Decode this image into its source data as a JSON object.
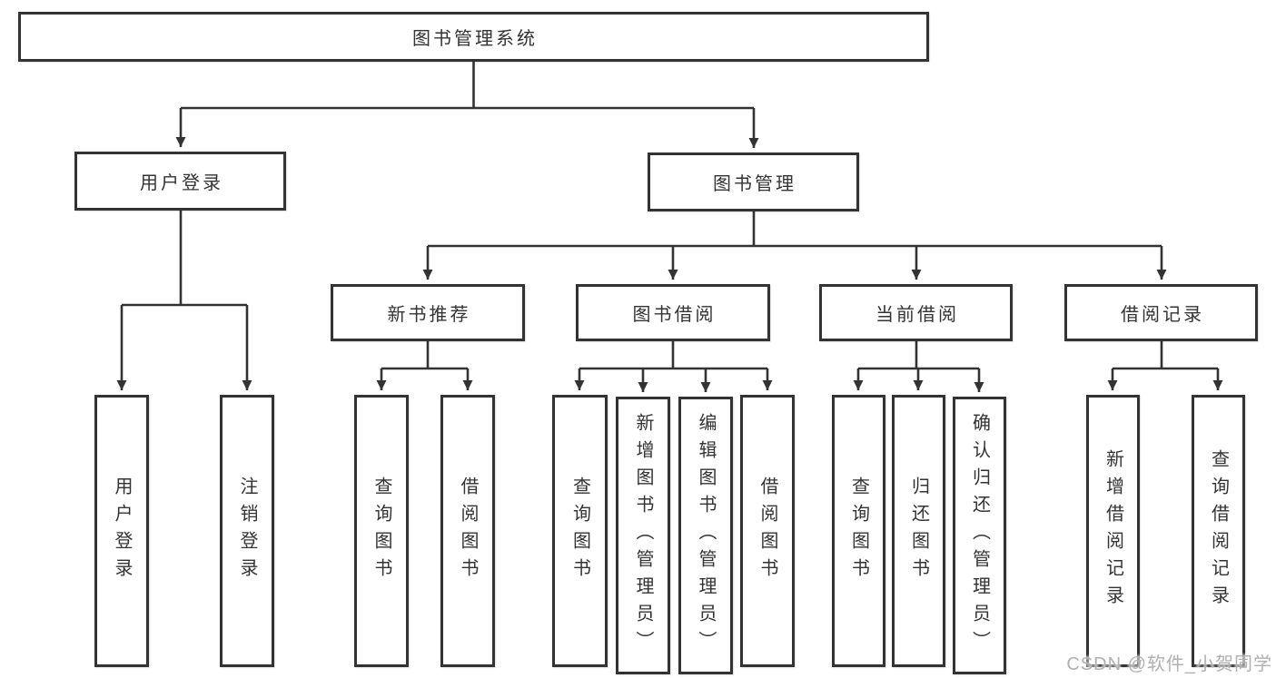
{
  "tree": {
    "label": "图书管理系统",
    "children": [
      {
        "label": "用户登录",
        "children": [
          {
            "label": "用户登录"
          },
          {
            "label": "注销登录"
          }
        ]
      },
      {
        "label": "图书管理",
        "children": [
          {
            "label": "新书推荐",
            "children": [
              {
                "label": "查询图书"
              },
              {
                "label": "借阅图书"
              }
            ]
          },
          {
            "label": "图书借阅",
            "children": [
              {
                "label": "查询图书"
              },
              {
                "label": "新增图书（管理员）"
              },
              {
                "label": "编辑图书（管理员）"
              },
              {
                "label": "借阅图书"
              }
            ]
          },
          {
            "label": "当前借阅",
            "children": [
              {
                "label": "查询图书"
              },
              {
                "label": "归还图书"
              },
              {
                "label": "确认归还（管理员）"
              }
            ]
          },
          {
            "label": "借阅记录",
            "children": [
              {
                "label": "新增借阅记录"
              },
              {
                "label": "查询借阅记录"
              }
            ]
          }
        ]
      }
    ]
  },
  "watermark": "CSDN @软件_小贺同学",
  "colors": {
    "line": "#333333",
    "box_background": "#ffffff",
    "watermark_text": "#b0b0b0"
  }
}
